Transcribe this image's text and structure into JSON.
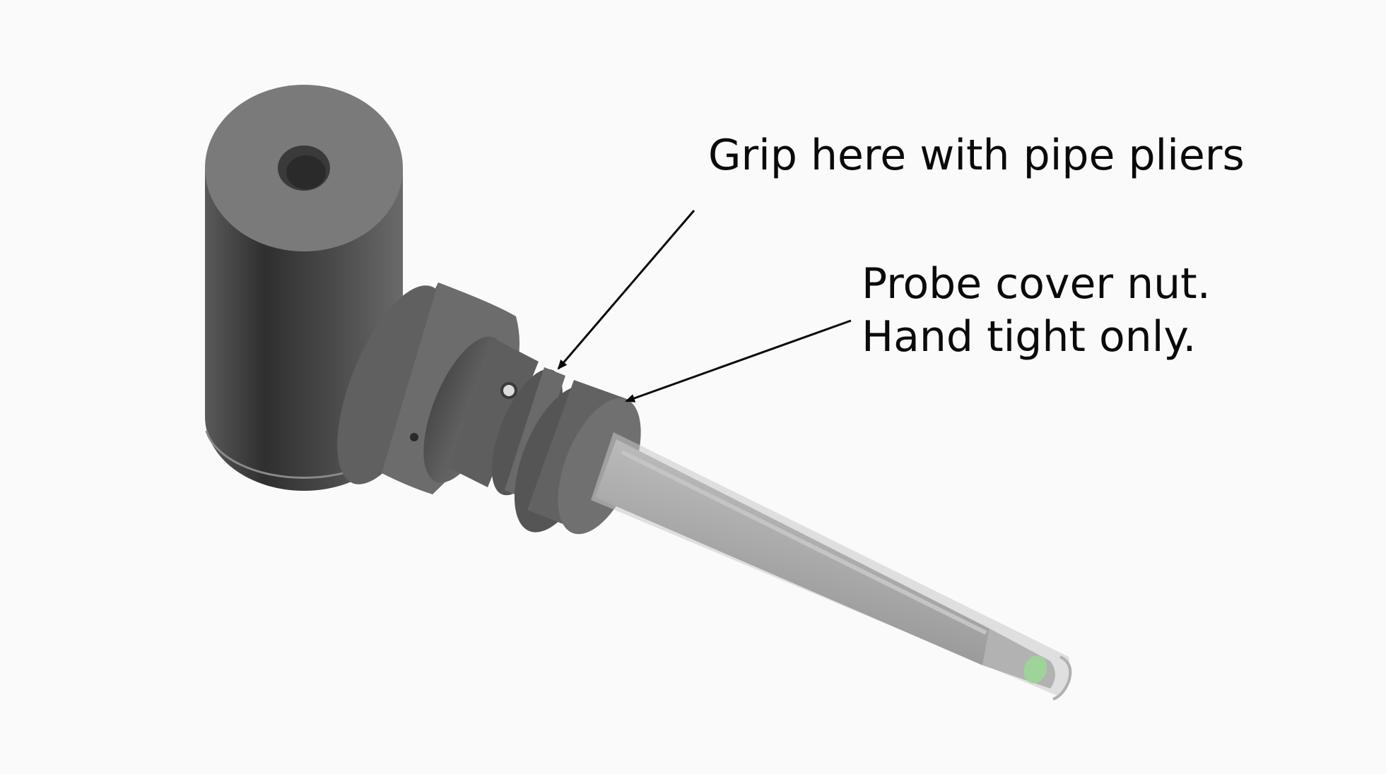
{
  "annotations": {
    "grip": {
      "text": "Grip here with pipe pliers"
    },
    "nut": {
      "line1": "Probe cover nut.",
      "line2": "Hand tight only."
    }
  },
  "colors": {
    "background": "#fafafa",
    "body_dark": "#3a3a3a",
    "body_mid": "#5c5c5c",
    "body_light": "#7d7d7d",
    "probe_gray": "#a6a6a6",
    "probe_tip": "#9ed39a",
    "text": "#0a0a0a"
  }
}
